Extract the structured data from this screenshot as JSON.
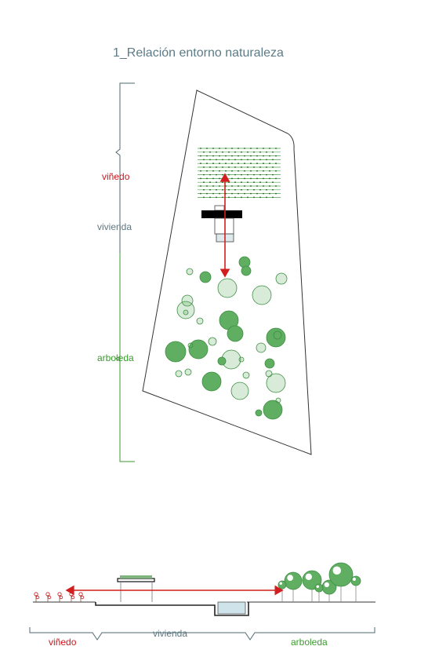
{
  "title": "1_Relación entorno naturaleza",
  "plan_labels": {
    "vinedo": "viñedo",
    "vivienda": "vivienda",
    "arboleda": "arboleda"
  },
  "section_labels": {
    "vinedo": "viñedo",
    "vivienda": "vivienda",
    "arboleda": "arboleda"
  },
  "colors": {
    "vinedo": "#c8161d",
    "vivienda": "#5d7680",
    "arboleda": "#3a9b2e",
    "title": "#5c7b86",
    "tree_fill": "#5fae62",
    "arrow": "#d21e1e"
  }
}
